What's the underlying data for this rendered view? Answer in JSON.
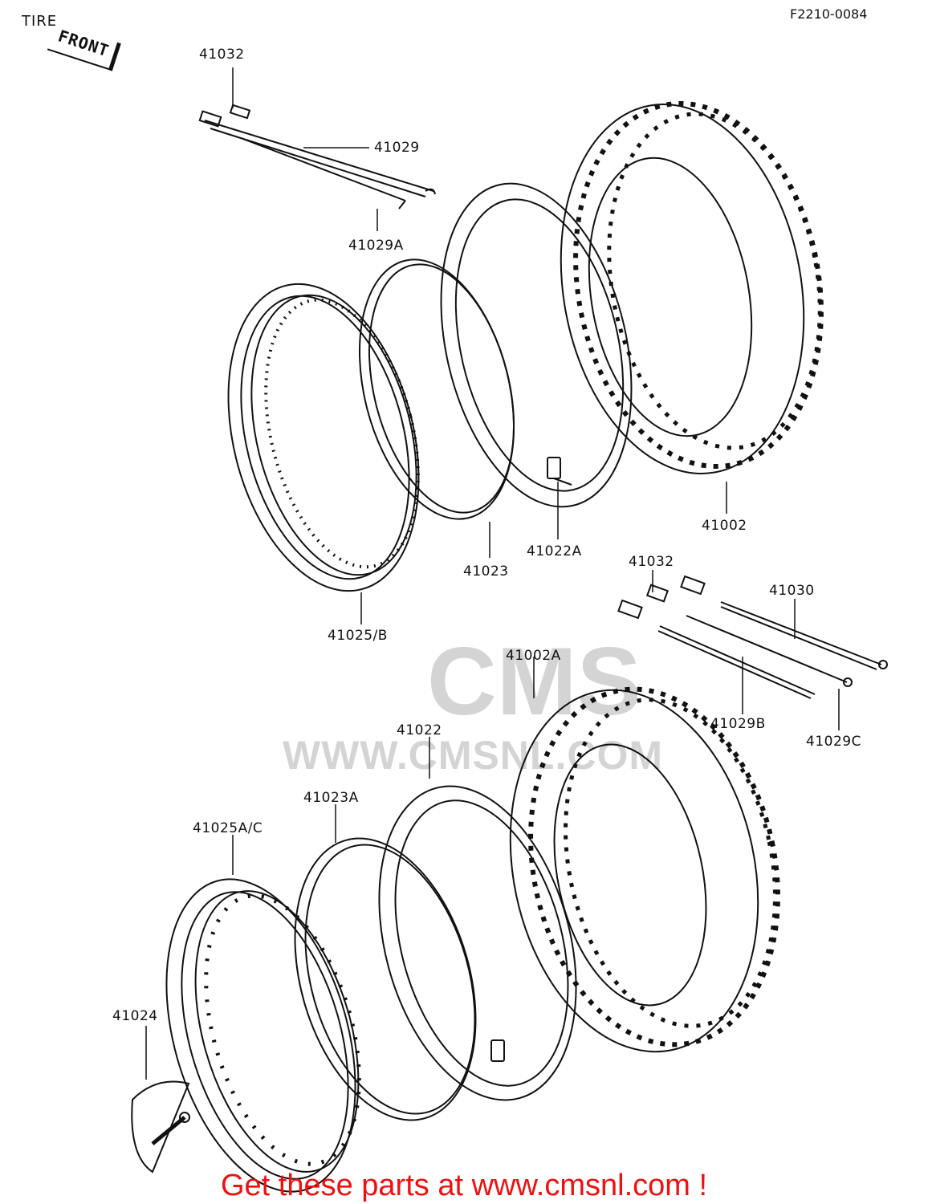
{
  "header": {
    "title": "TIRE",
    "code": "F2210-0084",
    "front_tag": "FRONT"
  },
  "parts": [
    {
      "id": "p41032a",
      "number": "41032"
    },
    {
      "id": "p41029",
      "number": "41029"
    },
    {
      "id": "p41029A",
      "number": "41029A"
    },
    {
      "id": "p41002",
      "number": "41002"
    },
    {
      "id": "p41022A",
      "number": "41022A"
    },
    {
      "id": "p41023",
      "number": "41023"
    },
    {
      "id": "p41025B",
      "number": "41025/B"
    },
    {
      "id": "p41032b",
      "number": "41032"
    },
    {
      "id": "p41030",
      "number": "41030"
    },
    {
      "id": "p41002A",
      "number": "41002A"
    },
    {
      "id": "p41029B",
      "number": "41029B"
    },
    {
      "id": "p41029C",
      "number": "41029C"
    },
    {
      "id": "p41022",
      "number": "41022"
    },
    {
      "id": "p41023A",
      "number": "41023A"
    },
    {
      "id": "p41025AC",
      "number": "41025A/C"
    },
    {
      "id": "p41024",
      "number": "41024"
    }
  ],
  "watermark": {
    "brand": "CMS",
    "url": "WWW.CMSNL.COM"
  },
  "footer": {
    "cta": "Get these parts at www.cmsnl.com !"
  },
  "colors": {
    "line": "#111111",
    "watermark": "#d4d4d4",
    "cta": "#ee1111"
  }
}
